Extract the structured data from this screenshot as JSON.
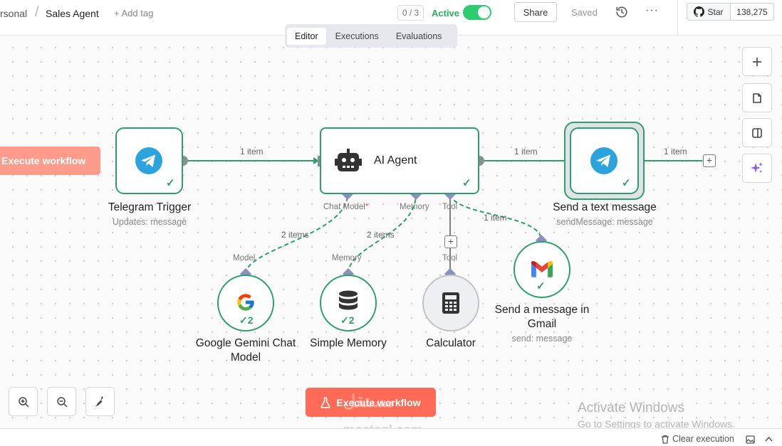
{
  "header": {
    "project": "rsonal",
    "separator": "/",
    "workflow_name": "Sales Agent",
    "add_tag": "+ Add tag",
    "counter": "0 / 3",
    "active_label": "Active",
    "active_state": true,
    "share_label": "Share",
    "saved_label": "Saved",
    "more_label": "···",
    "github_star_label": "Star",
    "github_star_count": "138,275"
  },
  "tabs": [
    {
      "label": "Editor",
      "active": true
    },
    {
      "label": "Executions",
      "active": false
    },
    {
      "label": "Evaluations",
      "active": false
    }
  ],
  "nodes": {
    "telegram_trigger": {
      "title": "Telegram Trigger",
      "subtitle": "Updates: message"
    },
    "ai_agent": {
      "title": "AI Agent"
    },
    "send_text": {
      "title": "Send a text message",
      "subtitle": "sendMessage: message"
    },
    "gemini": {
      "title_line1": "Google Gemini Chat",
      "title_line2": "Model",
      "badge": "✓2"
    },
    "memory": {
      "title": "Simple Memory",
      "badge": "✓2"
    },
    "calculator": {
      "title": "Calculator"
    },
    "gmail": {
      "title_line1": "Send a message in",
      "title_line2": "Gmail",
      "subtitle": "send: message"
    }
  },
  "ports": {
    "chat_model": "Chat Model",
    "required_mark": "*",
    "memory": "Memory",
    "tool": "Tool",
    "model_in": "Model",
    "memory_in": "Memory",
    "tool_in": "Tool"
  },
  "edge_labels": {
    "trigger_to_agent": "1 item",
    "agent_to_send": "1 item",
    "send_out": "1 item",
    "model": "2 items",
    "memory": "2 items",
    "gmail": "1 item"
  },
  "buttons": {
    "execute_left": "Execute workflow",
    "execute_main": "Execute workflow",
    "clear_execution": "Clear execution"
  },
  "watermark": {
    "line1": "Activate Windows",
    "line2": "Go to Settings to activate Windows.",
    "brand_ar": "مستقل",
    "brand_en": "mostaql.com"
  },
  "colors": {
    "node_border": "#2e9e6a",
    "accent_orange": "#ff6b57",
    "active_green": "#2ecc71"
  }
}
